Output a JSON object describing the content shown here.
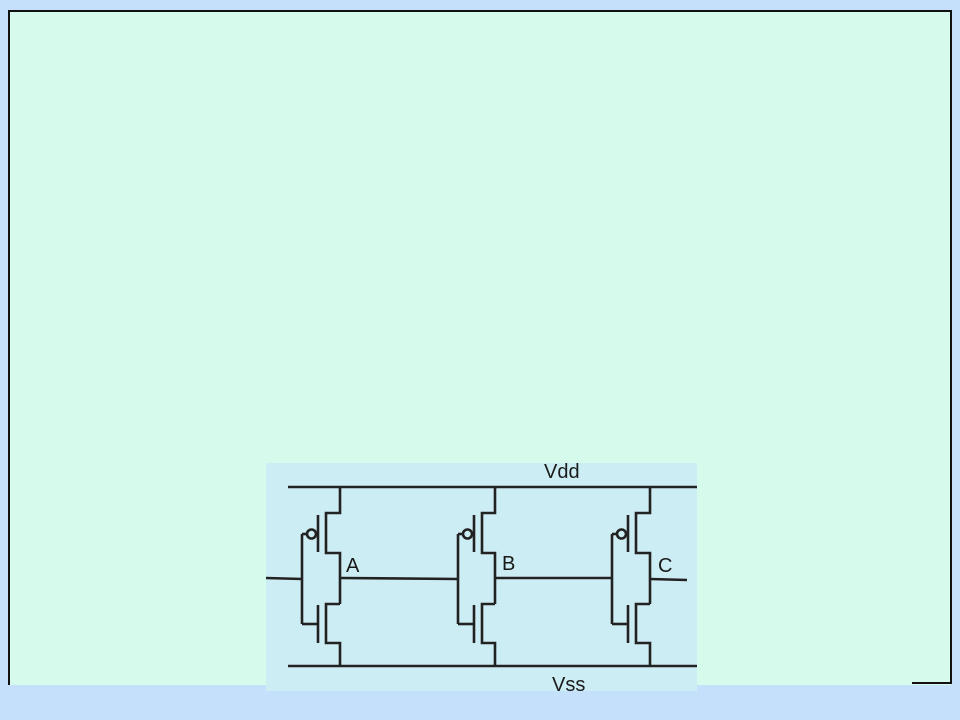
{
  "colors": {
    "page_background": "#c4e0fa",
    "slide_fill": "#d6fbec",
    "diagram_panel": "#ccedf4",
    "wire": "#222222"
  },
  "diagram": {
    "type": "circuit",
    "description_hidden": "",
    "rails": {
      "top": "Vdd",
      "bottom": "Vss"
    },
    "nodes": [
      "A",
      "B",
      "C"
    ],
    "stages": 3
  }
}
